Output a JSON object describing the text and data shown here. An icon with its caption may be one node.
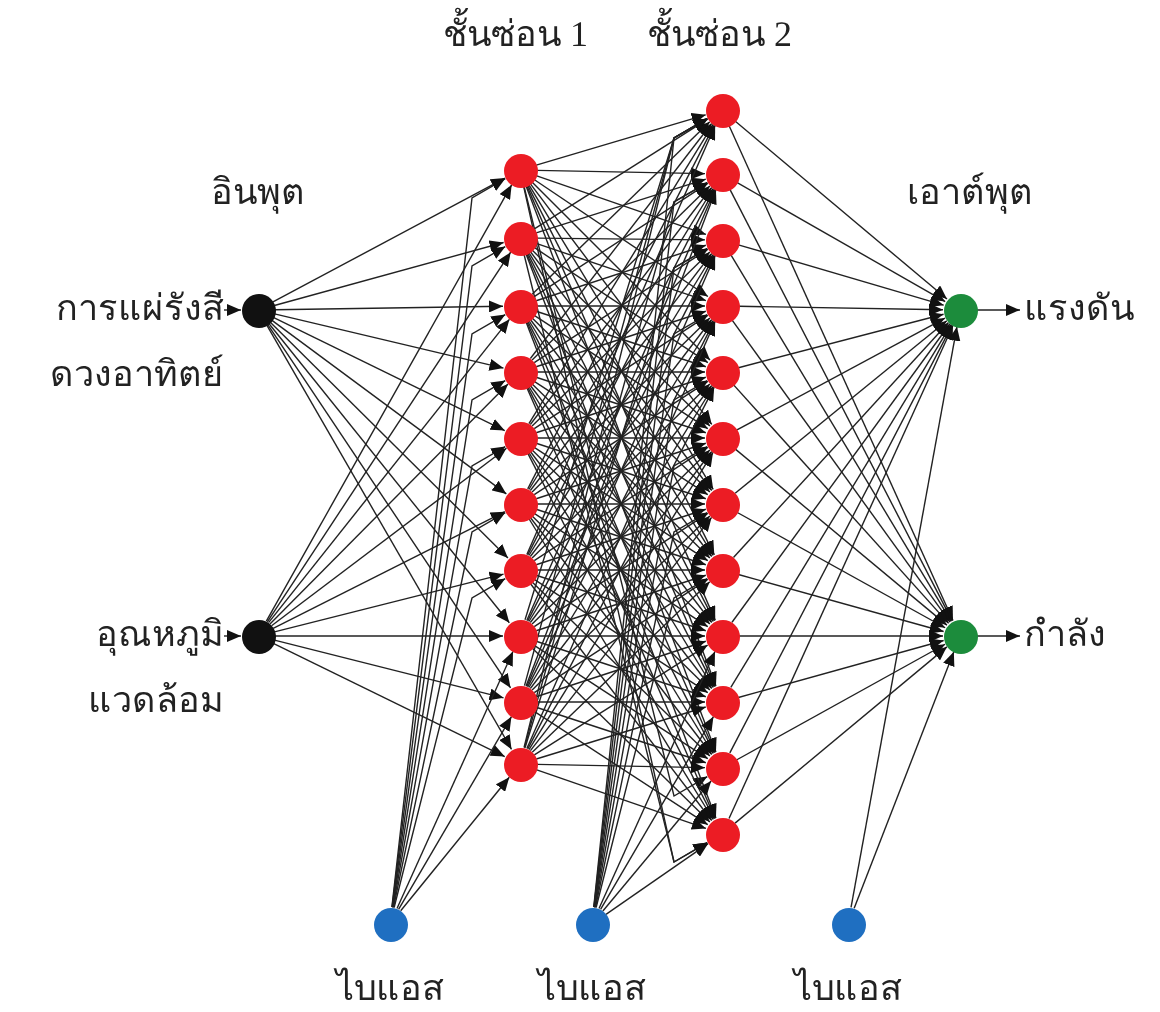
{
  "diagram": {
    "nodes": [
      {
        "text": [
          "การแผ่รังสี ดวงอาทิตย์"
        ]
      },
      {
        "text": [
          "อุณหภูมิ แวดล้อม"
        ]
      },
      {
        "text": [],
        "shape": "circle"
      },
      {
        "text": [],
        "shape": "circle"
      },
      {
        "text": [],
        "shape": "circle"
      },
      {
        "text": [],
        "shape": "circle"
      },
      {
        "text": [],
        "shape": "circle"
      },
      {
        "text": [],
        "shape": "circle"
      },
      {
        "text": [],
        "shape": "circle"
      },
      {
        "text": [],
        "shape": "circle"
      },
      {
        "text": [],
        "shape": "circle"
      },
      {
        "text": [],
        "shape": "circle"
      },
      {
        "text": [],
        "shape": "circle"
      },
      {
        "text": [],
        "shape": "circle"
      },
      {
        "text": [],
        "shape": "circle"
      },
      {
        "text": [],
        "shape": "circle"
      },
      {
        "text": [],
        "shape": "circle"
      },
      {
        "text": [],
        "shape": "circle"
      },
      {
        "text": [],
        "shape": "circle"
      },
      {
        "text": [],
        "shape": "circle"
      },
      {
        "text": [],
        "shape": "circle"
      },
      {
        "text": [],
        "shape": "circle"
      },
      {
        "text": [],
        "shape": "circle"
      },
      {
        "text": [],
        "shape": "circle"
      },
      {
        "text": [],
        "shape": "circle"
      },
      {
        "text": [],
        "shape": "circle"
      },
      {
        "text": [],
        "shape": "circle"
      },
      {
        "text": [],
        "shape": "circle"
      },
      {
        "text": [
          "แรงดัน"
        ]
      },
      {
        "text": [
          "กำลัง"
        ]
      },
      {
        "text": [],
        "shape": "circle",
        "beside": [
          "ไบแอส"
        ]
      },
      {
        "text": [],
        "shape": "circle",
        "beside": [
          "ไบแอส"
        ]
      },
      {
        "text": [],
        "shape": "circle",
        "beside": [
          "ไบแอส"
        ]
      }
    ],
    "edges": [
      {
        "from": 0,
        "to": 2,
        "arrow": "to"
      },
      {
        "from": 1,
        "to": 3,
        "arrow": "to"
      },
      {
        "from": 2,
        "to": 4,
        "arrow": "to"
      },
      {
        "from": 2,
        "to": 5,
        "arrow": "to"
      },
      {
        "from": 2,
        "to": 6,
        "arrow": "to"
      },
      {
        "from": 2,
        "to": 7,
        "arrow": "to"
      },
      {
        "from": 2,
        "to": 8,
        "arrow": "to"
      },
      {
        "from": 2,
        "to": 9,
        "arrow": "to"
      },
      {
        "from": 2,
        "to": 10,
        "arrow": "to"
      },
      {
        "from": 2,
        "to": 11,
        "arrow": "to"
      },
      {
        "from": 2,
        "to": 12,
        "arrow": "to"
      },
      {
        "from": 2,
        "to": 13,
        "arrow": "to"
      },
      {
        "from": 3,
        "to": 4,
        "arrow": "to"
      },
      {
        "from": 3,
        "to": 5,
        "arrow": "to"
      },
      {
        "from": 3,
        "to": 6,
        "arrow": "to"
      },
      {
        "from": 3,
        "to": 7,
        "arrow": "to"
      },
      {
        "from": 3,
        "to": 8,
        "arrow": "to"
      },
      {
        "from": 3,
        "to": 9,
        "arrow": "to"
      },
      {
        "from": 3,
        "to": 10,
        "arrow": "to"
      },
      {
        "from": 3,
        "to": 11,
        "arrow": "to"
      },
      {
        "from": 3,
        "to": 12,
        "arrow": "to"
      },
      {
        "from": 3,
        "to": 13,
        "arrow": "to"
      },
      {
        "from": 30,
        "to": 4,
        "arrow": "to"
      },
      {
        "from": 30,
        "to": 5,
        "arrow": "to"
      },
      {
        "from": 30,
        "to": 6,
        "arrow": "to"
      },
      {
        "from": 30,
        "to": 7,
        "arrow": "to"
      },
      {
        "from": 30,
        "to": 8,
        "arrow": "to"
      },
      {
        "from": 30,
        "to": 9,
        "arrow": "to"
      },
      {
        "from": 30,
        "to": 10,
        "arrow": "to"
      },
      {
        "from": 30,
        "to": 11,
        "arrow": "to"
      },
      {
        "from": 30,
        "to": 12,
        "arrow": "to"
      },
      {
        "from": 30,
        "to": 13,
        "arrow": "to"
      },
      {
        "from": 4,
        "to": 14,
        "arrow": "to"
      },
      {
        "from": 4,
        "to": 15,
        "arrow": "to"
      },
      {
        "from": 4,
        "to": 16,
        "arrow": "to"
      },
      {
        "from": 4,
        "to": 17,
        "arrow": "to"
      },
      {
        "from": 4,
        "to": 18,
        "arrow": "to"
      },
      {
        "from": 4,
        "to": 19,
        "arrow": "to"
      },
      {
        "from": 4,
        "to": 20,
        "arrow": "to"
      },
      {
        "from": 4,
        "to": 21,
        "arrow": "to"
      },
      {
        "from": 4,
        "to": 22,
        "arrow": "to"
      },
      {
        "from": 4,
        "to": 23,
        "arrow": "to"
      },
      {
        "from": 4,
        "to": 24,
        "arrow": "to"
      },
      {
        "from": 4,
        "to": 25,
        "arrow": "to"
      },
      {
        "from": 5,
        "to": 14,
        "arrow": "to"
      },
      {
        "from": 5,
        "to": 15,
        "arrow": "to"
      },
      {
        "from": 5,
        "to": 16,
        "arrow": "to"
      },
      {
        "from": 5,
        "to": 17,
        "arrow": "to"
      },
      {
        "from": 5,
        "to": 18,
        "arrow": "to"
      },
      {
        "from": 5,
        "to": 19,
        "arrow": "to"
      },
      {
        "from": 5,
        "to": 20,
        "arrow": "to"
      },
      {
        "from": 5,
        "to": 21,
        "arrow": "to"
      },
      {
        "from": 5,
        "to": 22,
        "arrow": "to"
      },
      {
        "from": 5,
        "to": 23,
        "arrow": "to"
      },
      {
        "from": 5,
        "to": 24,
        "arrow": "to"
      },
      {
        "from": 5,
        "to": 25,
        "arrow": "to"
      },
      {
        "from": 6,
        "to": 14,
        "arrow": "to"
      },
      {
        "from": 6,
        "to": 15,
        "arrow": "to"
      },
      {
        "from": 6,
        "to": 16,
        "arrow": "to"
      },
      {
        "from": 6,
        "to": 17,
        "arrow": "to"
      },
      {
        "from": 6,
        "to": 18,
        "arrow": "to"
      },
      {
        "from": 6,
        "to": 19,
        "arrow": "to"
      },
      {
        "from": 6,
        "to": 20,
        "arrow": "to"
      },
      {
        "from": 6,
        "to": 21,
        "arrow": "to"
      },
      {
        "from": 6,
        "to": 22,
        "arrow": "to"
      },
      {
        "from": 6,
        "to": 23,
        "arrow": "to"
      },
      {
        "from": 6,
        "to": 24,
        "arrow": "to"
      },
      {
        "from": 6,
        "to": 25,
        "arrow": "to"
      },
      {
        "from": 7,
        "to": 14,
        "arrow": "to"
      },
      {
        "from": 7,
        "to": 15,
        "arrow": "to"
      },
      {
        "from": 7,
        "to": 16,
        "arrow": "to"
      },
      {
        "from": 7,
        "to": 17,
        "arrow": "to"
      },
      {
        "from": 7,
        "to": 18,
        "arrow": "to"
      },
      {
        "from": 7,
        "to": 19,
        "arrow": "to"
      },
      {
        "from": 7,
        "to": 20,
        "arrow": "to"
      },
      {
        "from": 7,
        "to": 21,
        "arrow": "to"
      },
      {
        "from": 7,
        "to": 22,
        "arrow": "to"
      },
      {
        "from": 7,
        "to": 23,
        "arrow": "to"
      },
      {
        "from": 7,
        "to": 24,
        "arrow": "to"
      },
      {
        "from": 7,
        "to": 25,
        "arrow": "to"
      },
      {
        "from": 8,
        "to": 14,
        "arrow": "to"
      },
      {
        "from": 8,
        "to": 15,
        "arrow": "to"
      },
      {
        "from": 8,
        "to": 16,
        "arrow": "to"
      },
      {
        "from": 8,
        "to": 17,
        "arrow": "to"
      },
      {
        "from": 8,
        "to": 18,
        "arrow": "to"
      },
      {
        "from": 8,
        "to": 19,
        "arrow": "to"
      },
      {
        "from": 8,
        "to": 20,
        "arrow": "to"
      },
      {
        "from": 8,
        "to": 21,
        "arrow": "to"
      },
      {
        "from": 8,
        "to": 22,
        "arrow": "to"
      },
      {
        "from": 8,
        "to": 23,
        "arrow": "to"
      },
      {
        "from": 8,
        "to": 24,
        "arrow": "to"
      },
      {
        "from": 8,
        "to": 25,
        "arrow": "to"
      },
      {
        "from": 9,
        "to": 14,
        "arrow": "to"
      },
      {
        "from": 9,
        "to": 15,
        "arrow": "to"
      },
      {
        "from": 9,
        "to": 16,
        "arrow": "to"
      },
      {
        "from": 9,
        "to": 17,
        "arrow": "to"
      },
      {
        "from": 9,
        "to": 18,
        "arrow": "to"
      },
      {
        "from": 9,
        "to": 19,
        "arrow": "to"
      },
      {
        "from": 9,
        "to": 20,
        "arrow": "to"
      },
      {
        "from": 9,
        "to": 21,
        "arrow": "to"
      },
      {
        "from": 9,
        "to": 22,
        "arrow": "to"
      },
      {
        "from": 9,
        "to": 23,
        "arrow": "to"
      },
      {
        "from": 9,
        "to": 24,
        "arrow": "to"
      },
      {
        "from": 9,
        "to": 25,
        "arrow": "to"
      },
      {
        "from": 10,
        "to": 14,
        "arrow": "to"
      },
      {
        "from": 10,
        "to": 15,
        "arrow": "to"
      },
      {
        "from": 10,
        "to": 16,
        "arrow": "to"
      },
      {
        "from": 10,
        "to": 17,
        "arrow": "to"
      },
      {
        "from": 10,
        "to": 18,
        "arrow": "to"
      },
      {
        "from": 10,
        "to": 19,
        "arrow": "to"
      },
      {
        "from": 10,
        "to": 20,
        "arrow": "to"
      },
      {
        "from": 10,
        "to": 21,
        "arrow": "to"
      },
      {
        "from": 10,
        "to": 22,
        "arrow": "to"
      },
      {
        "from": 10,
        "to": 23,
        "arrow": "to"
      },
      {
        "from": 10,
        "to": 24,
        "arrow": "to"
      },
      {
        "from": 10,
        "to": 25,
        "arrow": "to"
      },
      {
        "from": 11,
        "to": 14,
        "arrow": "to"
      },
      {
        "from": 11,
        "to": 15,
        "arrow": "to"
      },
      {
        "from": 11,
        "to": 16,
        "arrow": "to"
      },
      {
        "from": 11,
        "to": 17,
        "arrow": "to"
      },
      {
        "from": 11,
        "to": 18,
        "arrow": "to"
      },
      {
        "from": 11,
        "to": 19,
        "arrow": "to"
      },
      {
        "from": 11,
        "to": 20,
        "arrow": "to"
      },
      {
        "from": 11,
        "to": 21,
        "arrow": "to"
      },
      {
        "from": 11,
        "to": 22,
        "arrow": "to"
      },
      {
        "from": 11,
        "to": 23,
        "arrow": "to"
      },
      {
        "from": 11,
        "to": 24,
        "arrow": "to"
      },
      {
        "from": 11,
        "to": 25,
        "arrow": "to"
      },
      {
        "from": 12,
        "to": 14,
        "arrow": "to"
      },
      {
        "from": 12,
        "to": 15,
        "arrow": "to"
      },
      {
        "from": 12,
        "to": 16,
        "arrow": "to"
      },
      {
        "from": 12,
        "to": 17,
        "arrow": "to"
      },
      {
        "from": 12,
        "to": 18,
        "arrow": "to"
      },
      {
        "from": 12,
        "to": 19,
        "arrow": "to"
      },
      {
        "from": 12,
        "to": 20,
        "arrow": "to"
      },
      {
        "from": 12,
        "to": 21,
        "arrow": "to"
      },
      {
        "from": 12,
        "to": 22,
        "arrow": "to"
      },
      {
        "from": 12,
        "to": 23,
        "arrow": "to"
      },
      {
        "from": 12,
        "to": 24,
        "arrow": "to"
      },
      {
        "from": 12,
        "to": 25,
        "arrow": "to"
      },
      {
        "from": 13,
        "to": 14,
        "arrow": "to"
      },
      {
        "from": 13,
        "to": 15,
        "arrow": "to"
      },
      {
        "from": 13,
        "to": 16,
        "arrow": "to"
      },
      {
        "from": 13,
        "to": 17,
        "arrow": "to"
      },
      {
        "from": 13,
        "to": 18,
        "arrow": "to"
      },
      {
        "from": 13,
        "to": 19,
        "arrow": "to"
      },
      {
        "from": 13,
        "to": 20,
        "arrow": "to"
      },
      {
        "from": 13,
        "to": 21,
        "arrow": "to"
      },
      {
        "from": 13,
        "to": 22,
        "arrow": "to"
      },
      {
        "from": 13,
        "to": 23,
        "arrow": "to"
      },
      {
        "from": 13,
        "to": 24,
        "arrow": "to"
      },
      {
        "from": 13,
        "to": 25,
        "arrow": "to"
      },
      {
        "from": 31,
        "to": 14,
        "arrow": "to"
      },
      {
        "from": 31,
        "to": 15,
        "arrow": "to"
      },
      {
        "from": 31,
        "to": 16,
        "arrow": "to"
      },
      {
        "from": 31,
        "to": 17,
        "arrow": "to"
      },
      {
        "from": 31,
        "to": 18,
        "arrow": "to"
      },
      {
        "from": 31,
        "to": 19,
        "arrow": "to"
      },
      {
        "from": 31,
        "to": 20,
        "arrow": "to"
      },
      {
        "from": 31,
        "to": 21,
        "arrow": "to"
      },
      {
        "from": 31,
        "to": 22,
        "arrow": "to"
      },
      {
        "from": 31,
        "to": 23,
        "arrow": "to"
      },
      {
        "from": 31,
        "to": 24,
        "arrow": "to"
      },
      {
        "from": 31,
        "to": 25,
        "arrow": "to"
      },
      {
        "from": 14,
        "to": 26,
        "arrow": "to"
      },
      {
        "from": 14,
        "to": 27,
        "arrow": "to"
      },
      {
        "from": 15,
        "to": 26,
        "arrow": "to"
      },
      {
        "from": 15,
        "to": 27,
        "arrow": "to"
      },
      {
        "from": 16,
        "to": 26,
        "arrow": "to"
      },
      {
        "from": 16,
        "to": 27,
        "arrow": "to"
      },
      {
        "from": 17,
        "to": 26,
        "arrow": "to"
      },
      {
        "from": 17,
        "to": 27,
        "arrow": "to"
      },
      {
        "from": 18,
        "to": 26,
        "arrow": "to"
      },
      {
        "from": 18,
        "to": 27,
        "arrow": "to"
      },
      {
        "from": 19,
        "to": 26,
        "arrow": "to"
      },
      {
        "from": 19,
        "to": 27,
        "arrow": "to"
      },
      {
        "from": 20,
        "to": 26,
        "arrow": "to"
      },
      {
        "from": 20,
        "to": 27,
        "arrow": "to"
      },
      {
        "from": 21,
        "to": 26,
        "arrow": "to"
      },
      {
        "from": 21,
        "to": 27,
        "arrow": "to"
      },
      {
        "from": 22,
        "to": 26,
        "arrow": "to"
      },
      {
        "from": 22,
        "to": 27,
        "arrow": "to"
      },
      {
        "from": 23,
        "to": 26,
        "arrow": "to"
      },
      {
        "from": 23,
        "to": 27,
        "arrow": "to"
      },
      {
        "from": 24,
        "to": 26,
        "arrow": "to"
      },
      {
        "from": 24,
        "to": 27,
        "arrow": "to"
      },
      {
        "from": 25,
        "to": 26,
        "arrow": "to"
      },
      {
        "from": 25,
        "to": 27,
        "arrow": "to"
      },
      {
        "from": 32,
        "to": 26,
        "arrow": "to"
      },
      {
        "from": 32,
        "to": 27,
        "arrow": "to"
      },
      {
        "from": 26,
        "to": 28,
        "arrow": "to"
      },
      {
        "from": 27,
        "to": 29,
        "arrow": "to"
      }
    ],
    "labels": [
      "อินพุต",
      "ชั้นซ่อน 1",
      "ชั้นซ่อน 2",
      "เอาต์พุต"
    ]
  }
}
